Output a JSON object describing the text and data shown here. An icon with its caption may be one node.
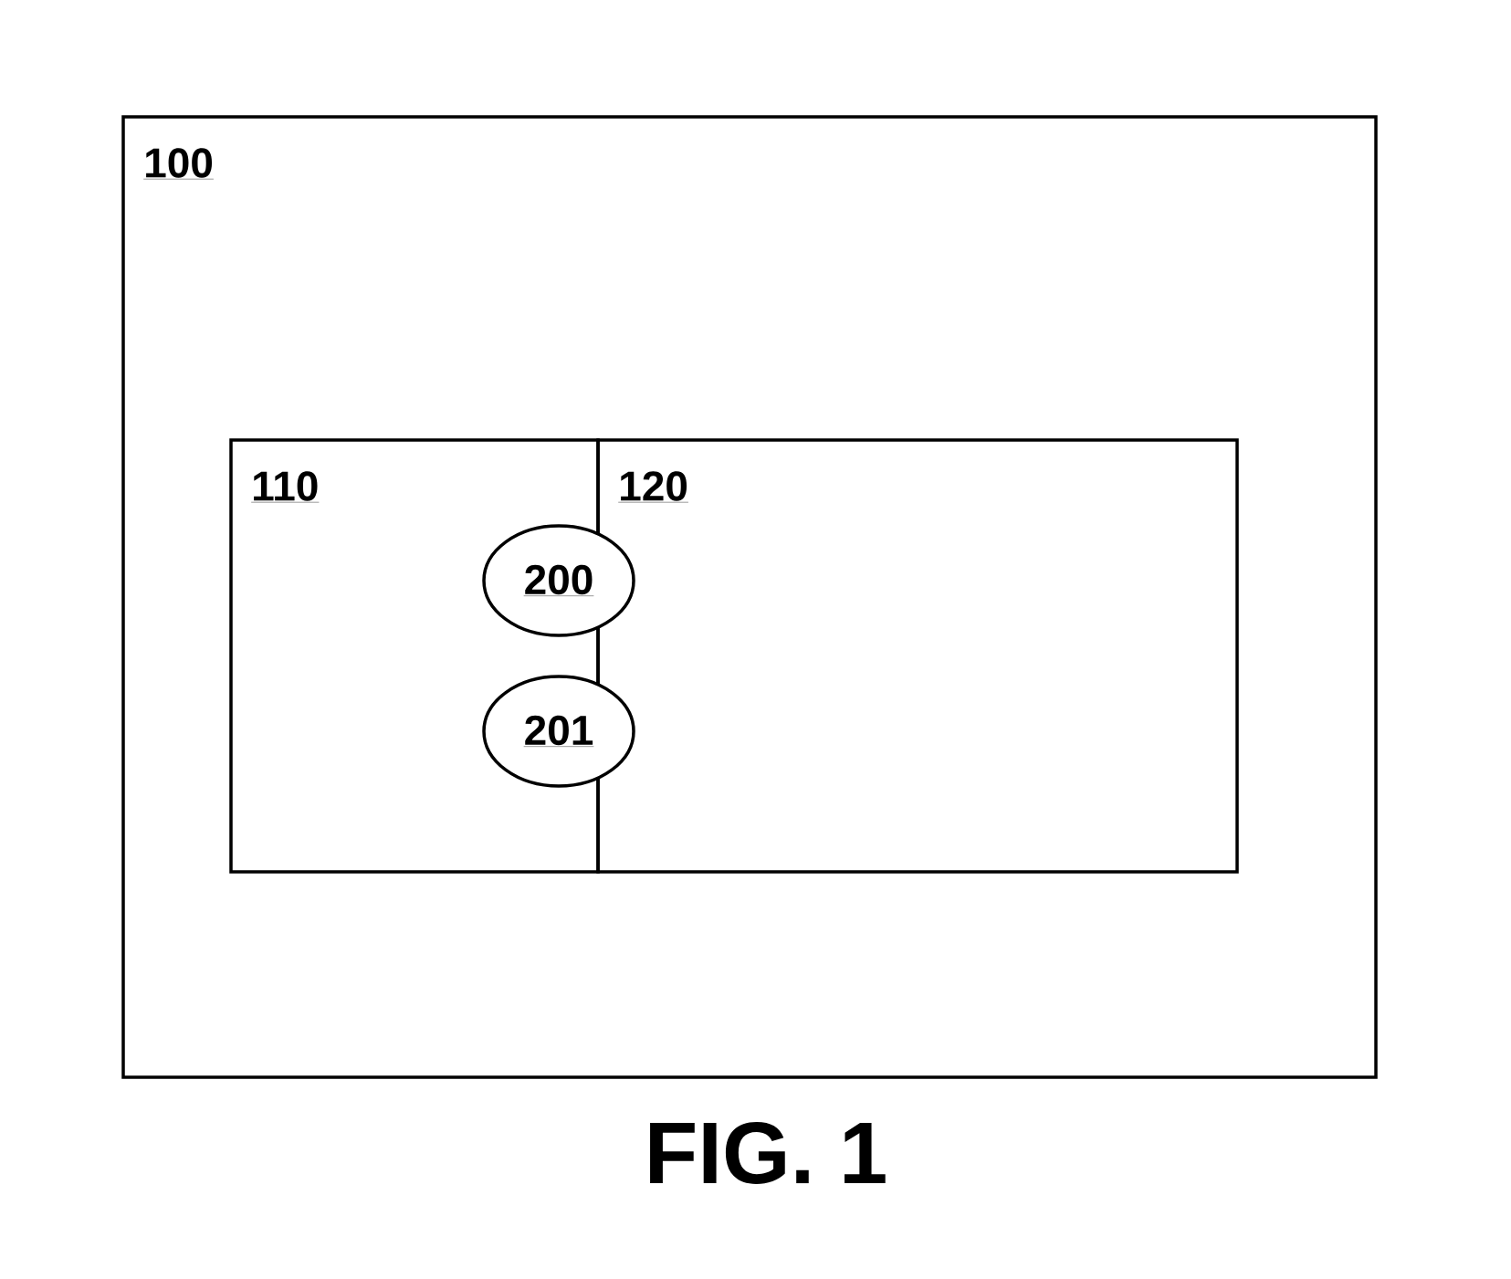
{
  "diagram": {
    "caption": "FIG. 1",
    "nodes": [
      {
        "text": [
          "100"
        ]
      },
      {
        "text": [
          "110"
        ],
        "in": 0
      },
      {
        "text": [
          "120"
        ],
        "in": 0
      },
      {
        "text": [
          "200"
        ],
        "in": 0
      },
      {
        "text": [
          "201"
        ],
        "in": 0
      }
    ]
  }
}
